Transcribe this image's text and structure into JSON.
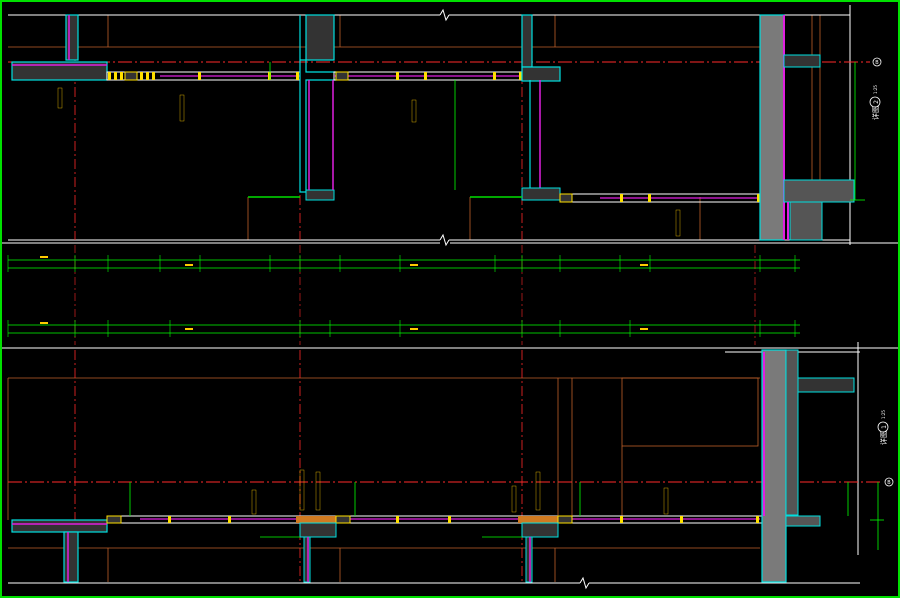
{
  "colors": {
    "frame": "#00e000",
    "outline": "#ffffff",
    "axis": "#ff2a2a",
    "wall": "#00e0e0",
    "wall_inner": "#e020e0",
    "grid_brown": "#c0602a",
    "glass": "#ffe000",
    "dim": "#00ff00",
    "text": "#ffcc00",
    "hatch": "#8a8a8a",
    "blue": "#5a5aff",
    "white": "#ffffff"
  },
  "callouts": {
    "upper": {
      "label": "详图",
      "number": "2",
      "scale": "1:25"
    },
    "lower": {
      "label": "详图",
      "number": "1",
      "scale": "1:25"
    }
  },
  "axis_bubbles": {
    "upper": "B",
    "lower": "B"
  }
}
